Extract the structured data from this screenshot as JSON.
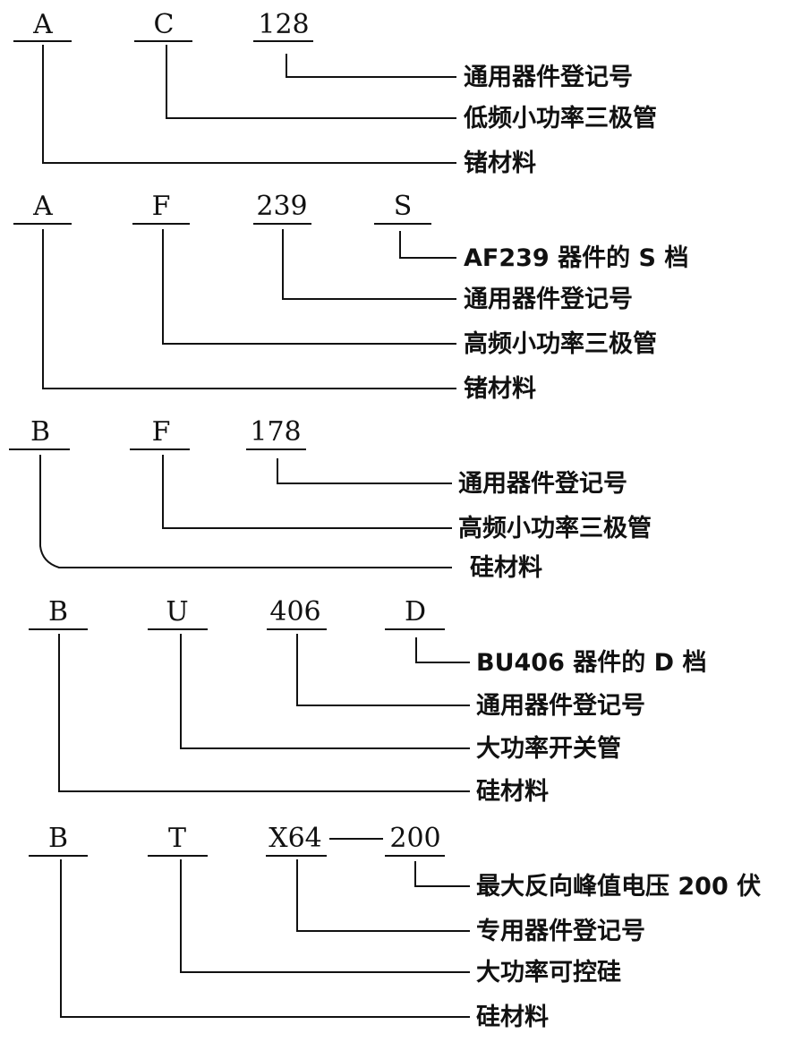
{
  "groups": [
    {
      "codes": [
        "A",
        "C",
        "128"
      ],
      "labels": [
        "通用器件登记号",
        "低频小功率三极管",
        "锗材料"
      ]
    },
    {
      "codes": [
        "A",
        "F",
        "239",
        "S"
      ],
      "labels": [
        "AF239 器件的 S 档",
        "通用器件登记号",
        "高频小功率三极管",
        "锗材料"
      ]
    },
    {
      "codes": [
        "B",
        "F",
        "178"
      ],
      "labels": [
        "通用器件登记号",
        "高频小功率三极管",
        "硅材料"
      ]
    },
    {
      "codes": [
        "B",
        "U",
        "406",
        "D"
      ],
      "labels": [
        "BU406 器件的 D 档",
        "通用器件登记号",
        "大功率开关管",
        "硅材料"
      ]
    },
    {
      "codes": [
        "B",
        "T",
        "X64",
        "200"
      ],
      "labels": [
        "最大反向峰值电压 200 伏",
        "专用器件登记号",
        "大功率可控硅",
        "硅材料"
      ]
    }
  ]
}
